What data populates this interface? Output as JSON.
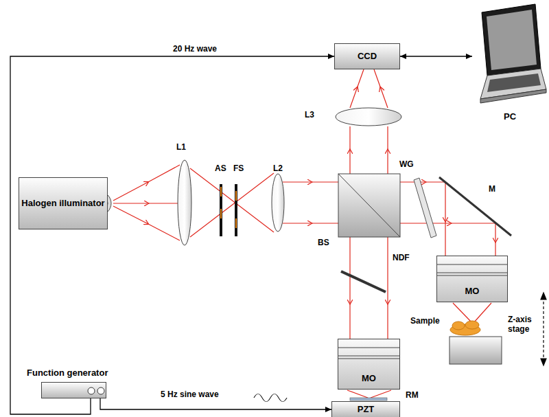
{
  "diagram": {
    "nodes": [
      {
        "text": [
          "CCD"
        ]
      },
      {
        "text": [
          "PC"
        ]
      },
      {
        "text": [
          "Halogen illuminator"
        ]
      },
      {
        "text": [
          "MO"
        ]
      },
      {
        "text": [
          "MO"
        ]
      },
      {
        "text": [
          "Function generator"
        ]
      },
      {
        "text": [
          "PZT"
        ]
      }
    ],
    "edges": [
      {
        "from": 5,
        "to": 0,
        "label": "20 Hz wave",
        "arrow": "to"
      },
      {
        "from": 0,
        "to": 1,
        "arrow": "both"
      },
      {
        "from": 5,
        "to": 6,
        "label": "5 Hz sine wave",
        "arrow": "to"
      }
    ],
    "labels": [
      "L1",
      "AS",
      "FS",
      "L2",
      "BS",
      "L3",
      "WG",
      "M",
      "NDF",
      "Sample",
      "Z-axis stage",
      "RM"
    ]
  }
}
